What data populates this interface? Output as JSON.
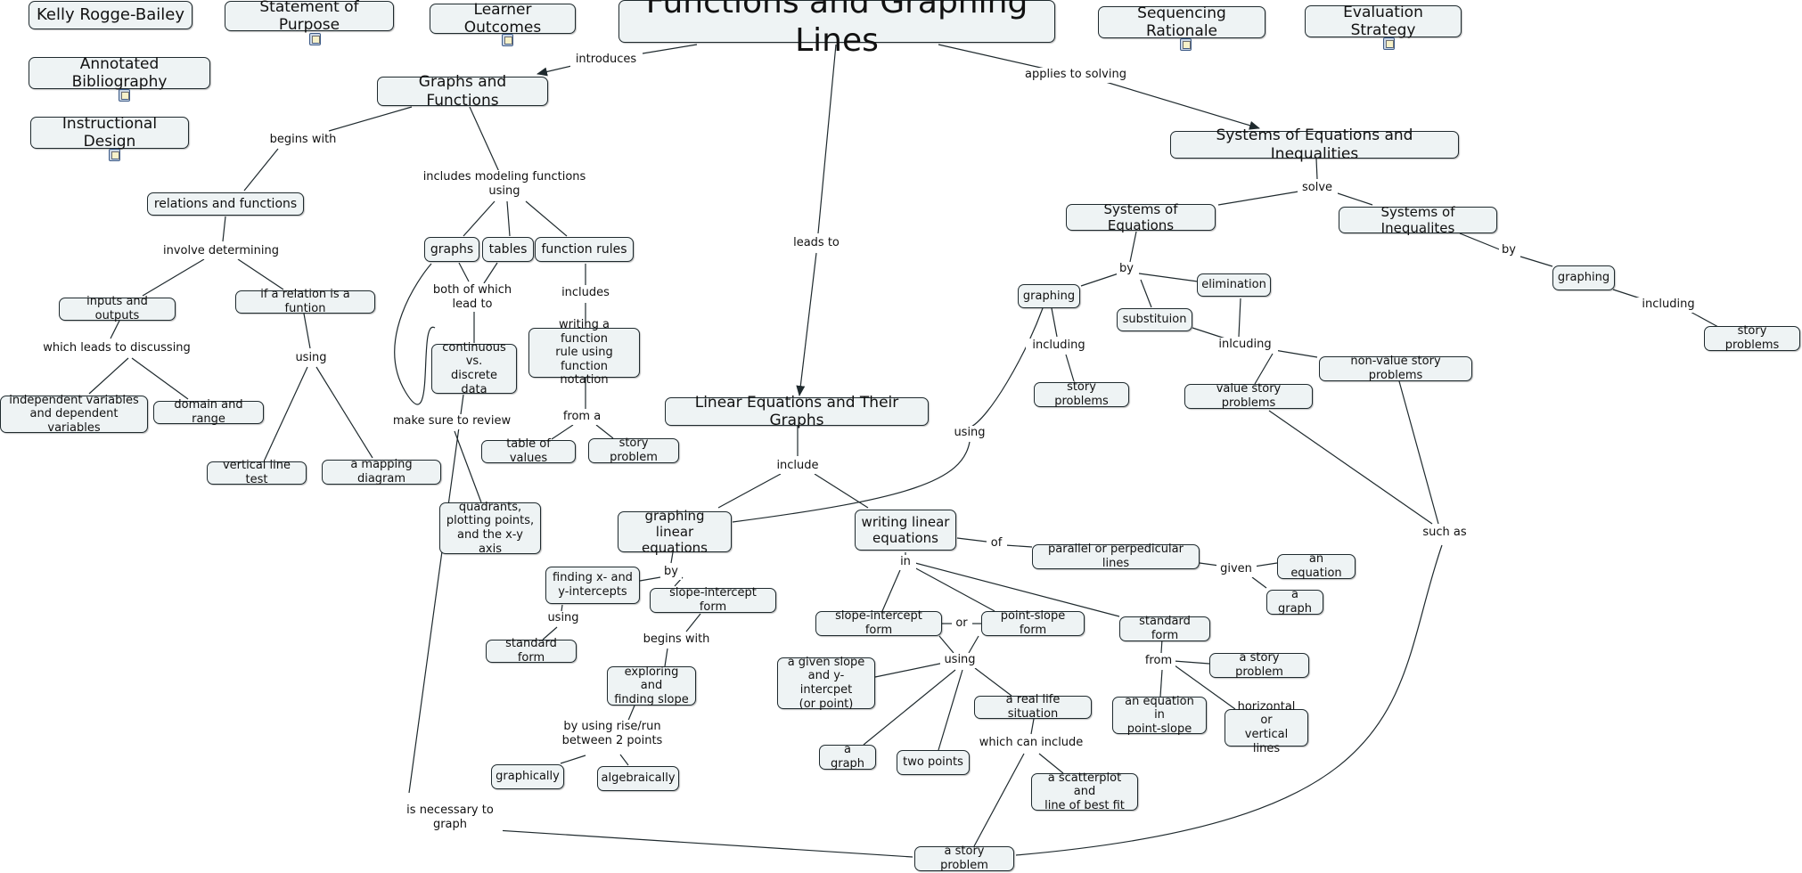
{
  "map": {
    "title": "Functions and Graphing Lines",
    "author": "Kelly Rogge-Bailey",
    "resources": {
      "statement": "Statement of Purpose",
      "outcomes": "Learner Outcomes",
      "sequencing": "Sequencing Rationale",
      "evaluation": "Evaluation Strategy",
      "bibliography": "Annotated Bibliography",
      "instructional": "Instructional Design",
      "attachment_icon": "document-icon"
    },
    "concepts": {
      "graphs_functions": "Graphs and Functions",
      "systems": "Systems of Equations and Inequalities",
      "linear_eq": "Linear Equations and Their Graphs",
      "relations": "relations and functions",
      "graphs": "graphs",
      "tables": "tables",
      "function_rules": "function rules",
      "inputs_outputs": "inputs and outputs",
      "is_function": "if a relation is a funtion",
      "indep_dep": "independent variables\nand dependent variables",
      "domain_range": "domain and range",
      "vertical_line": "vertical line test",
      "mapping": "a mapping diagram",
      "continuous": "continuous\nvs.\ndiscrete data",
      "writing_rule": "writing a function\nrule using\nfunction notation",
      "table_values": "table of values",
      "story_problem_fr": "story problem",
      "quadrants": "quadrants,\nplotting points,\nand the x-y axis",
      "sys_eq": "Systems of Equations",
      "sys_ineq": "Systems of Inequalites",
      "graphing_s": "graphing",
      "substitution": "substituion",
      "elimination": "elimination",
      "story_problems_s": "story problems",
      "value_story": "value story problems",
      "nonvalue_story": "non-value story problems",
      "graphing_i": "graphing",
      "story_problems_i": "story problems",
      "graphing_linear": "graphing linear\nequations",
      "writing_linear": "writing linear\nequations",
      "intercepts": "finding x- and\ny-intercepts",
      "slope_intercept_g": "slope-intercept form",
      "standard_form_g": "standard form",
      "exploring_slope": "exploring and\nfinding slope",
      "graphically": "graphically",
      "algebraically": "algebraically",
      "parallel": "parallel or perpedicular lines",
      "an_equation": "an equation",
      "a_graph_p": "a graph",
      "slope_intercept_w": "slope-intercept form",
      "point_slope": "point-slope form",
      "standard_form_w": "standard form",
      "given_slope": "a given slope\nand y-intercpet\n(or point)",
      "a_graph_w": "a graph",
      "two_points": "two points",
      "real_life": "a real life situation",
      "scatterplot": "a scatterplot and\nline of best fit",
      "story_problem_bottom": "a story problem",
      "story_problem_sf": "a story problem",
      "eq_point_slope": "an equation in\npoint-slope",
      "horiz_vert": "horizontal or\nvertical lines"
    },
    "links": {
      "introduces": "introduces",
      "leads_to": "leads to",
      "applies_to": "applies to solving",
      "begins_with": "begins with",
      "includes_modeling": "includes modeling functions\nusing",
      "involve": "involve determining",
      "leads_discussing": "which leads to discussing",
      "using_rel": "using",
      "both_lead": "both of which\nlead to",
      "includes_fr": "includes",
      "from_a": "from a",
      "review": "make sure to review",
      "necessary": "is necessary to\ngraph",
      "solve": "solve",
      "by_sys": "by",
      "including_g": "including",
      "incl_elim": "inlcuding",
      "using_sys": "using",
      "such_as": "such as",
      "by_ineq": "by",
      "including_ineq": "including",
      "include_lin": "include",
      "by_gl": "by",
      "using_int": "using",
      "begins_with_si": "begins with",
      "by_rise_run": "by using rise/run\nbetween 2 points",
      "of": "of",
      "given": "given",
      "in": "in",
      "or": "or",
      "using_w": "using",
      "which_can_include": "which can include",
      "from_sf": "from"
    }
  }
}
